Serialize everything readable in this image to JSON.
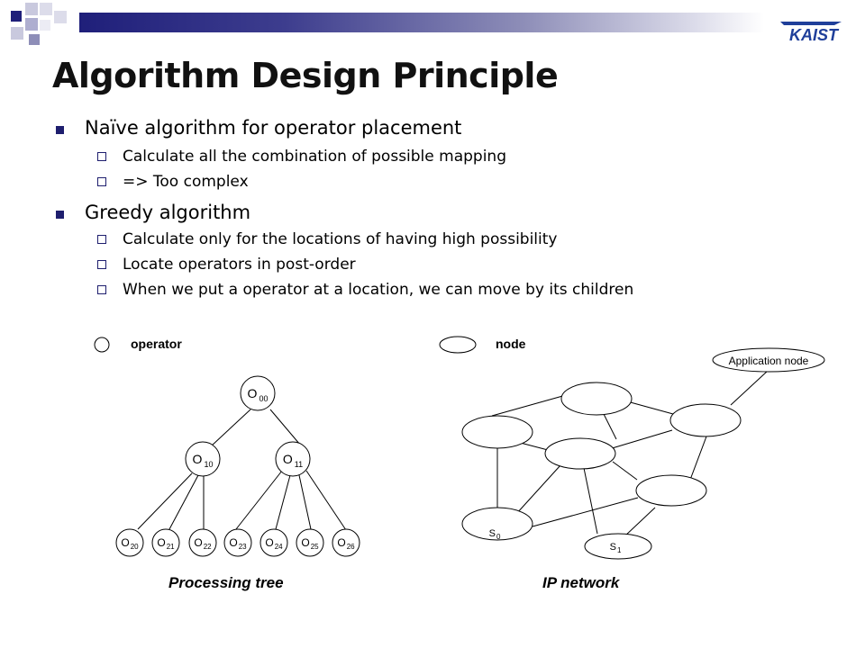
{
  "slide": {
    "title": "Algorithm Design Principle",
    "logo_text": "KAIST",
    "colors": {
      "accent": "#1f1f7a",
      "bullet": "#1e1e6e"
    }
  },
  "bullets": [
    {
      "text": "Naïve algorithm for operator placement",
      "children": [
        "Calculate all the combination of possible mapping",
        "=> Too complex"
      ]
    },
    {
      "text": "Greedy algorithm",
      "children": [
        "Calculate only for the locations of having high possibility",
        "Locate operators in post-order",
        "When we put a operator at a location, we can move by its children"
      ]
    }
  ],
  "legend": {
    "operator": "operator",
    "node": "node"
  },
  "tree": {
    "caption": "Processing tree",
    "root": {
      "main": "O",
      "sub": "00"
    },
    "level1": [
      {
        "main": "O",
        "sub": "10"
      },
      {
        "main": "O",
        "sub": "11"
      }
    ],
    "leaves": [
      {
        "main": "O",
        "sub": "20"
      },
      {
        "main": "O",
        "sub": "21"
      },
      {
        "main": "O",
        "sub": "22"
      },
      {
        "main": "O",
        "sub": "23"
      },
      {
        "main": "O",
        "sub": "24"
      },
      {
        "main": "O",
        "sub": "25"
      },
      {
        "main": "O",
        "sub": "26"
      }
    ]
  },
  "network": {
    "caption": "IP network",
    "app_node": "Application node",
    "s0": {
      "main": "S",
      "sub": "0"
    },
    "s1": {
      "main": "S",
      "sub": "1"
    }
  }
}
